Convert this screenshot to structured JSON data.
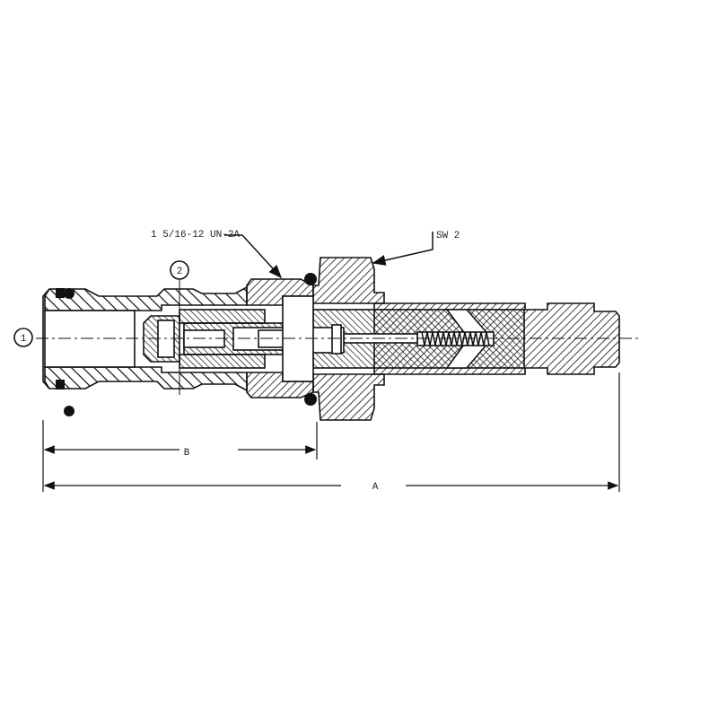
{
  "drawing": {
    "thread_callout": "1 5/16-12 UN-2A",
    "wrench_callout": "SW 2",
    "port_1": "1",
    "port_2": "2",
    "dim_b": "B",
    "dim_a": "A"
  }
}
